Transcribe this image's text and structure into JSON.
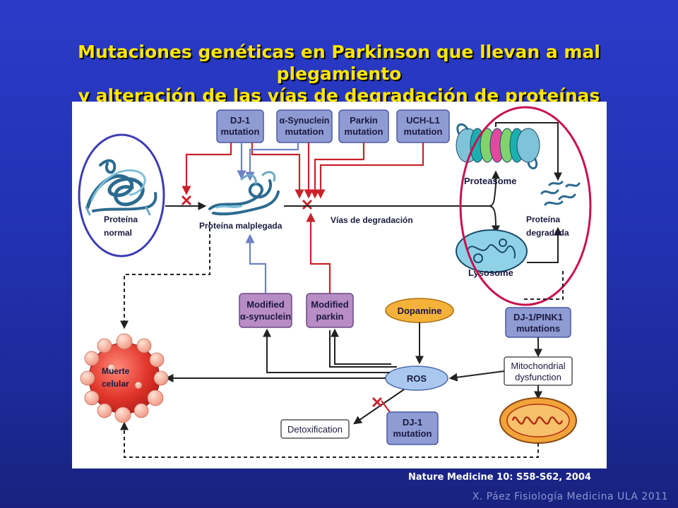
{
  "title": {
    "line1": "Mutaciones genéticas en Parkinson que llevan a mal plegamiento",
    "line2": "y alteración de las vías de degradación de proteínas"
  },
  "boxes": {
    "dj1": [
      "DJ-1",
      "mutation"
    ],
    "asyn": [
      "α-Synuclein",
      "mutation"
    ],
    "parkin": [
      "Parkin",
      "mutation"
    ],
    "uchl1": [
      "UCH-L1",
      "mutation"
    ],
    "mod_asyn": [
      "Modified",
      "α-synuclein"
    ],
    "mod_parkin": [
      "Modified",
      "parkin"
    ],
    "dopamine": "Dopamine",
    "ros": "ROS",
    "detox": "Detoxification",
    "dj1_bottom": [
      "DJ-1",
      "mutation"
    ],
    "dj1_pink1": [
      "DJ-1/PINK1",
      "mutations"
    ],
    "mito": [
      "Mitochondrial",
      "dysfunction"
    ],
    "proteasome": "Proteasome",
    "lysosome": "Lysosome"
  },
  "labels": {
    "normal": [
      "Proteína",
      "normal"
    ],
    "misfolded": "Proteína malplegada",
    "pathways": "Vías de degradación",
    "degraded": [
      "Proteína",
      "degradada"
    ],
    "death": [
      "Muerte",
      "celular"
    ]
  },
  "citation": "Nature Medicine 10: S58-S62, 2004",
  "watermark": "X. Páez Fisiología Medicina ULA 2011",
  "colors": {
    "box_fill": "#8f9bd3",
    "box_stroke": "#4a5aa8",
    "mod_fill": "#b88cc4",
    "dopamine_fill": "#f4b23a",
    "ros_fill": "#a9c7ef",
    "red_arrow": "#c8232b",
    "blue_arrow": "#6f82c5",
    "circle_blue": "#3c3cb4",
    "circle_red": "#c8124e"
  }
}
